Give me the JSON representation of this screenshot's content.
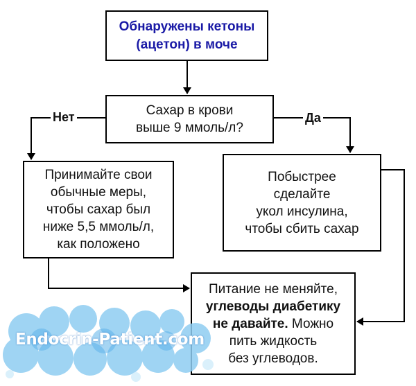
{
  "flowchart": {
    "start": {
      "lines": [
        "Обнаружены кетоны",
        "(ацетон) в моче"
      ]
    },
    "decision": {
      "lines": [
        "Сахар в крови",
        "выше 9 ммоль/л?"
      ]
    },
    "branch_no": "Нет",
    "branch_yes": "Да",
    "no_action": {
      "lines": [
        "Принимайте свои",
        "обычные меры,",
        "чтобы сахар был",
        "ниже 5,5 ммоль/л,",
        "как положено"
      ]
    },
    "yes_action": {
      "lines": [
        "Побыстрее",
        "сделайте",
        "укол инсулина,",
        "чтобы сбить сахар"
      ]
    },
    "final": {
      "line1": "Питание не меняйте,",
      "line2_bold": "углеводы диабетику",
      "line3_bold": "не давайте.",
      "line3_rest": " Можно",
      "line4": "пить жидкость",
      "line5": "без углеводов."
    },
    "title_color": "#1a1aa6"
  },
  "watermark": {
    "text": "Endocrin-Patient.com",
    "color": "#5fb3ea"
  }
}
